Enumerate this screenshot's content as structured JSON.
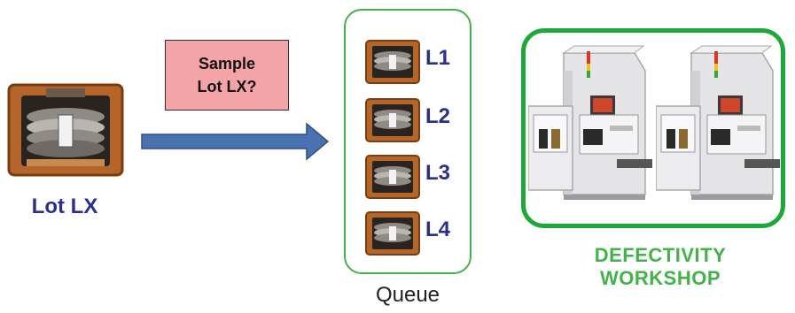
{
  "lot": {
    "label": "Lot LX"
  },
  "question": {
    "text": "Sample\nLot LX?"
  },
  "queue": {
    "items": [
      {
        "label": "L1"
      },
      {
        "label": "L2"
      },
      {
        "label": "L3"
      },
      {
        "label": "L4"
      }
    ],
    "caption": "Queue"
  },
  "workshop": {
    "caption": "DEFECTIVITY\nWORKSHOP"
  },
  "colors": {
    "label_blue": "#2a2f8c",
    "arrow_fill": "#4a72b0",
    "question_fill": "#f4a3a6",
    "queue_border": "#48b04c",
    "workshop_border": "#1ea83a",
    "workshop_text": "#43b349",
    "pod_frame": "#b5652a"
  },
  "icons": {
    "lot": "wafer-pod-icon",
    "queue_item": "wafer-pod-icon",
    "tool": "inspection-tool-icon"
  }
}
